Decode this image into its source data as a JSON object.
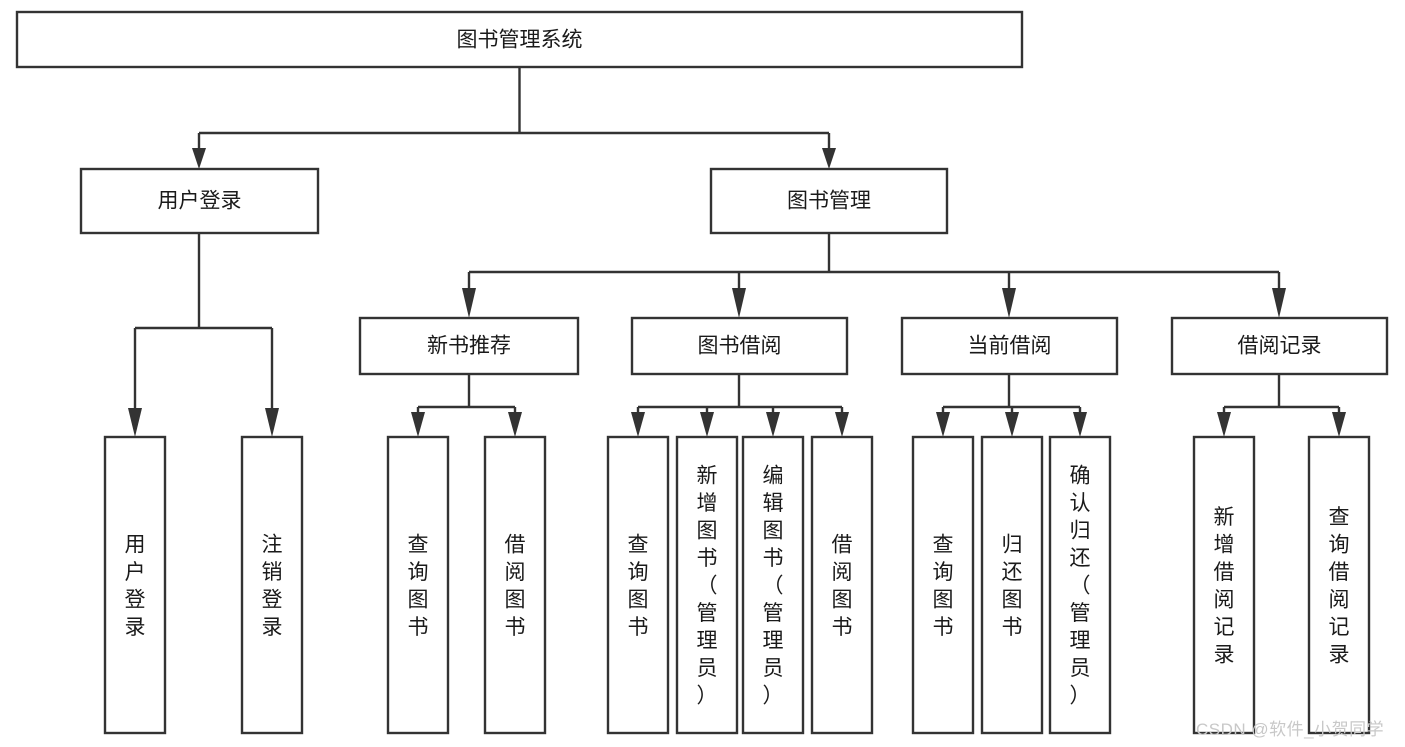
{
  "diagram": {
    "title": "图书管理系统",
    "type": "tree-hierarchy",
    "root": {
      "id": "root",
      "label": "图书管理系统",
      "orientation": "horizontal"
    },
    "level2": [
      {
        "id": "user-login",
        "label": "用户登录",
        "orientation": "horizontal"
      },
      {
        "id": "book-manage",
        "label": "图书管理",
        "orientation": "horizontal"
      }
    ],
    "level3": [
      {
        "id": "new-book-rec",
        "label": "新书推荐",
        "orientation": "horizontal",
        "parent": "book-manage"
      },
      {
        "id": "book-borrow",
        "label": "图书借阅",
        "orientation": "horizontal",
        "parent": "book-manage"
      },
      {
        "id": "current-borrow",
        "label": "当前借阅",
        "orientation": "horizontal",
        "parent": "book-manage"
      },
      {
        "id": "borrow-record",
        "label": "借阅记录",
        "orientation": "horizontal",
        "parent": "book-manage"
      }
    ],
    "leaves": [
      {
        "id": "leaf-user-login",
        "label": "用户登录",
        "orientation": "vertical",
        "parent": "user-login"
      },
      {
        "id": "leaf-user-logout",
        "label": "注销登录",
        "orientation": "vertical",
        "parent": "user-login"
      },
      {
        "id": "leaf-query-book-rec",
        "label": "查询图书",
        "orientation": "vertical",
        "parent": "new-book-rec"
      },
      {
        "id": "leaf-borrow-book-rec",
        "label": "借阅图书",
        "orientation": "vertical",
        "parent": "new-book-rec"
      },
      {
        "id": "leaf-query-book-bor",
        "label": "查询图书",
        "orientation": "vertical",
        "parent": "book-borrow"
      },
      {
        "id": "leaf-add-book",
        "label": "新增图书（管理员）",
        "orientation": "vertical",
        "parent": "book-borrow"
      },
      {
        "id": "leaf-edit-book",
        "label": "编辑图书（管理员）",
        "orientation": "vertical",
        "parent": "book-borrow"
      },
      {
        "id": "leaf-borrow-book",
        "label": "借阅图书",
        "orientation": "vertical",
        "parent": "book-borrow"
      },
      {
        "id": "leaf-query-book-cur",
        "label": "查询图书",
        "orientation": "vertical",
        "parent": "current-borrow"
      },
      {
        "id": "leaf-return-book",
        "label": "归还图书",
        "orientation": "vertical",
        "parent": "current-borrow"
      },
      {
        "id": "leaf-confirm-return",
        "label": "确认归还（管理员）",
        "orientation": "vertical",
        "parent": "current-borrow"
      },
      {
        "id": "leaf-add-record",
        "label": "新增借阅记录",
        "orientation": "vertical",
        "parent": "borrow-record"
      },
      {
        "id": "leaf-query-record",
        "label": "查询借阅记录",
        "orientation": "vertical",
        "parent": "borrow-record"
      }
    ],
    "colors": {
      "box_stroke": "#333333",
      "box_fill": "#ffffff",
      "text": "#1a1a1a",
      "connector": "#333333",
      "background": "#ffffff",
      "watermark": "#c8c8c8"
    }
  },
  "watermark": {
    "text": "CSDN @软件_小贺同学"
  }
}
